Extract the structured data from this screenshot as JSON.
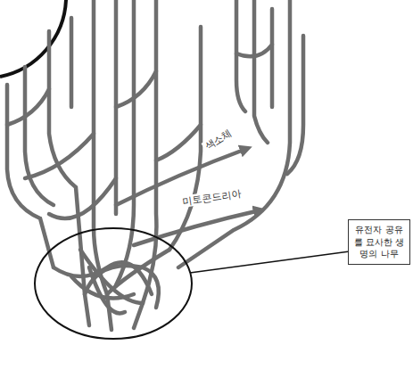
{
  "diagram": {
    "nodes": [
      {
        "text": [
          "유전자 공유를 묘사한 생명의 나무"
        ]
      }
    ],
    "labels": [
      "색소체",
      "미토콘드리아"
    ]
  }
}
